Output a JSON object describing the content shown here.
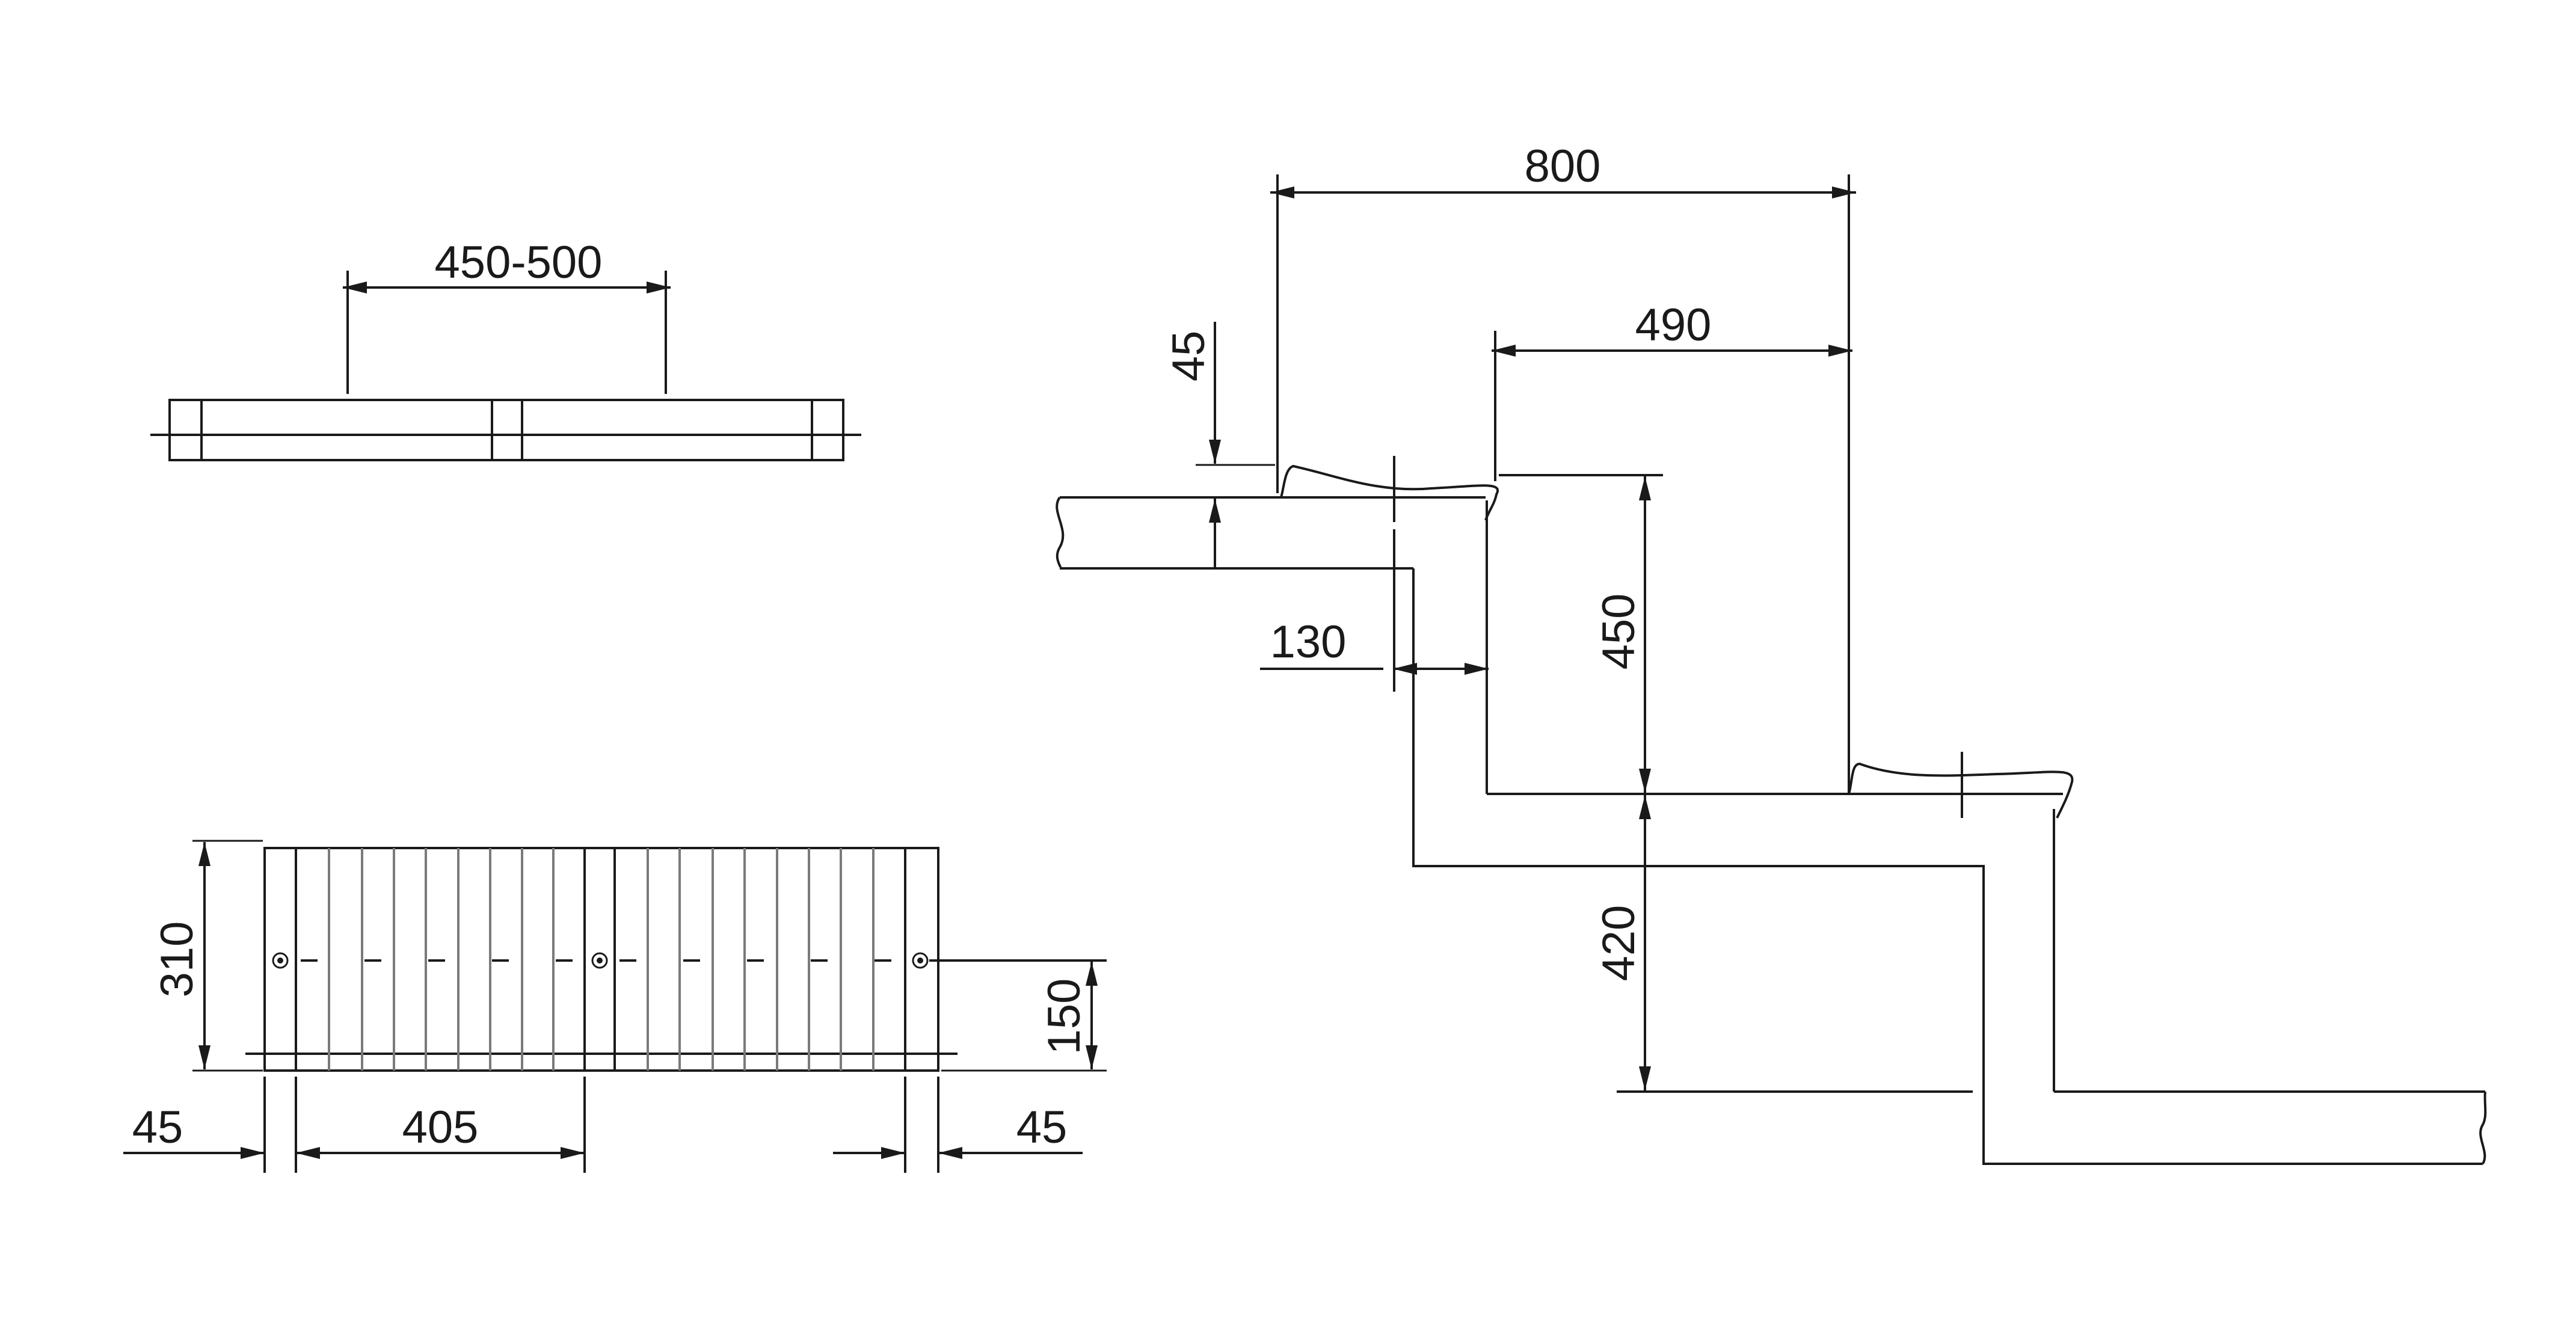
{
  "colors": {
    "line": "#1a1a1a",
    "slat": "#7a7a7a",
    "background": "#ffffff"
  },
  "dimensions": {
    "top_view_spacing": "450-500",
    "overall_depth": "800",
    "tread_depth": "490",
    "tread_thickness": "45",
    "riser_height": "450",
    "lower_riser_height": "420",
    "overhang": "130",
    "front_height": "310",
    "mount_height": "150",
    "left_edge": "45",
    "right_edge": "45",
    "slat_spacing": "405"
  }
}
